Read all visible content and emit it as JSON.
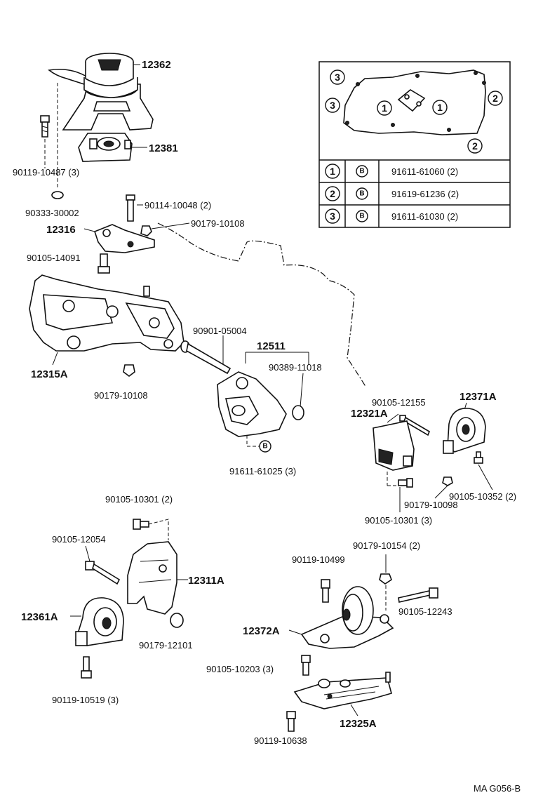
{
  "labels": {
    "p12362": "12362",
    "p12381": "12381",
    "p90119_10487": "90119-10487 (3)",
    "p90333_30002": "90333-30002",
    "p90114_10048": "90114-10048 (2)",
    "p12316": "12316",
    "p90179_10108_top": "90179-10108",
    "p90105_14091": "90105-14091",
    "p12315A": "12315A",
    "p90179_10108_low": "90179-10108",
    "p90901_05004": "90901-05004",
    "p12511": "12511",
    "p90389_11018": "90389-11018",
    "p91611_61025": "91611-61025 (3)",
    "p90105_12155": "90105-12155",
    "p12371A": "12371A",
    "p12321A": "12321A",
    "p90105_10352": "90105-10352 (2)",
    "p90179_10098": "90179-10098",
    "p90105_10301_right": "90105-10301 (3)",
    "p90105_10301_left": "90105-10301 (2)",
    "p90105_12054": "90105-12054",
    "p12311A": "12311A",
    "p12361A": "12361A",
    "p90179_12101": "90179-12101",
    "p90119_10519": "90119-10519 (3)",
    "p90179_10154": "90179-10154 (2)",
    "p90119_10499": "90119-10499",
    "p90105_12243": "90105-12243",
    "p12372A": "12372A",
    "p90105_10203": "90105-10203 (3)",
    "p12325A": "12325A",
    "p90119_10638": "90119-10638",
    "drawing_code": "MA G056-B"
  },
  "legend": {
    "bolt_symbol": "B",
    "inset_markers": [
      "3",
      "3",
      "1",
      "1",
      "2",
      "2"
    ],
    "rows": [
      {
        "number": "1",
        "symbol": "B",
        "part": "91611-61060 (2)"
      },
      {
        "number": "2",
        "symbol": "B",
        "part": "91619-61236 (2)"
      },
      {
        "number": "3",
        "symbol": "B",
        "part": "91611-61030 (2)"
      }
    ]
  }
}
